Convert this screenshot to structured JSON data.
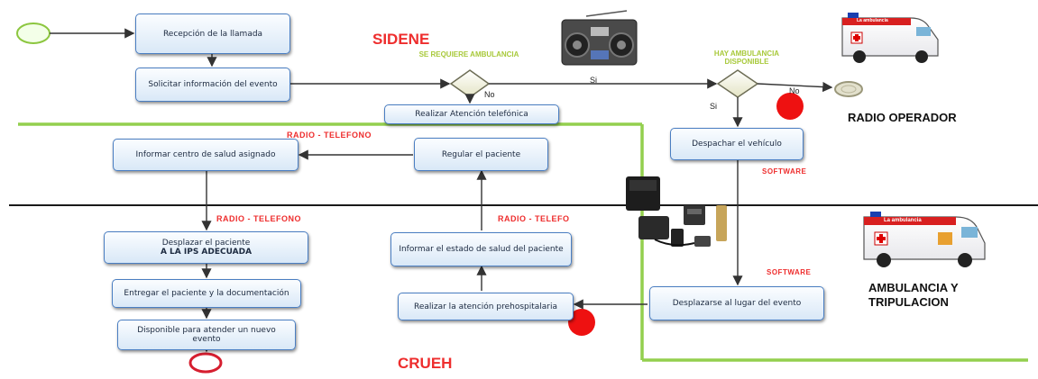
{
  "boxes": {
    "recepcion": "Recepción de la llamada",
    "solicitar": "Solicitar información del evento",
    "atencion_tel": "Realizar Atención telefónica",
    "informar_centro": "Informar centro de salud asignado",
    "regular": "Regular el paciente",
    "despachar": "Despachar el vehículo",
    "desplazar_paciente_1": "Desplazar el paciente",
    "desplazar_paciente_2": "A LA IPS ADECUADA",
    "entregar": "Entregar el paciente y la documentación",
    "disponible": "Disponible para atender un nuevo evento",
    "informar_estado": "Informar el estado de salud del paciente",
    "realizar_atencion": "Realizar la atención prehospitalaria",
    "desplazarse": "Desplazarse al lugar del evento"
  },
  "gateways": {
    "requiere_ambulancia": "SE REQUIERE AMBULANCIA",
    "hay_ambulancia": "HAY AMBULANCIA DISPONIBLE"
  },
  "flow_labels": {
    "si_1": "Si",
    "no_1": "No",
    "si_2": "Si",
    "no_2": "No"
  },
  "channel_labels": {
    "radio_telefono_top": "RADIO - TELEFONO",
    "radio_telefono_mid": "RADIO - TELEFONO",
    "radio_telefo": "RADIO - TELEFO",
    "software_1": "SOFTWARE",
    "software_2": "SOFTWARE"
  },
  "area_titles": {
    "sidene": "SIDENE",
    "crueh": "CRUEH",
    "radio_operador": "RADIO OPERADOR",
    "ambulancia_tripulacion": "AMBULANCIA Y TRIPULACION"
  },
  "images": {
    "ambulance_text": "La ambulancia"
  },
  "colors": {
    "swimlane_green": "#93cf4e",
    "title_red": "#ee2d2d",
    "box_border": "#4a7ec2",
    "gateway_green": "#a8c93a"
  }
}
